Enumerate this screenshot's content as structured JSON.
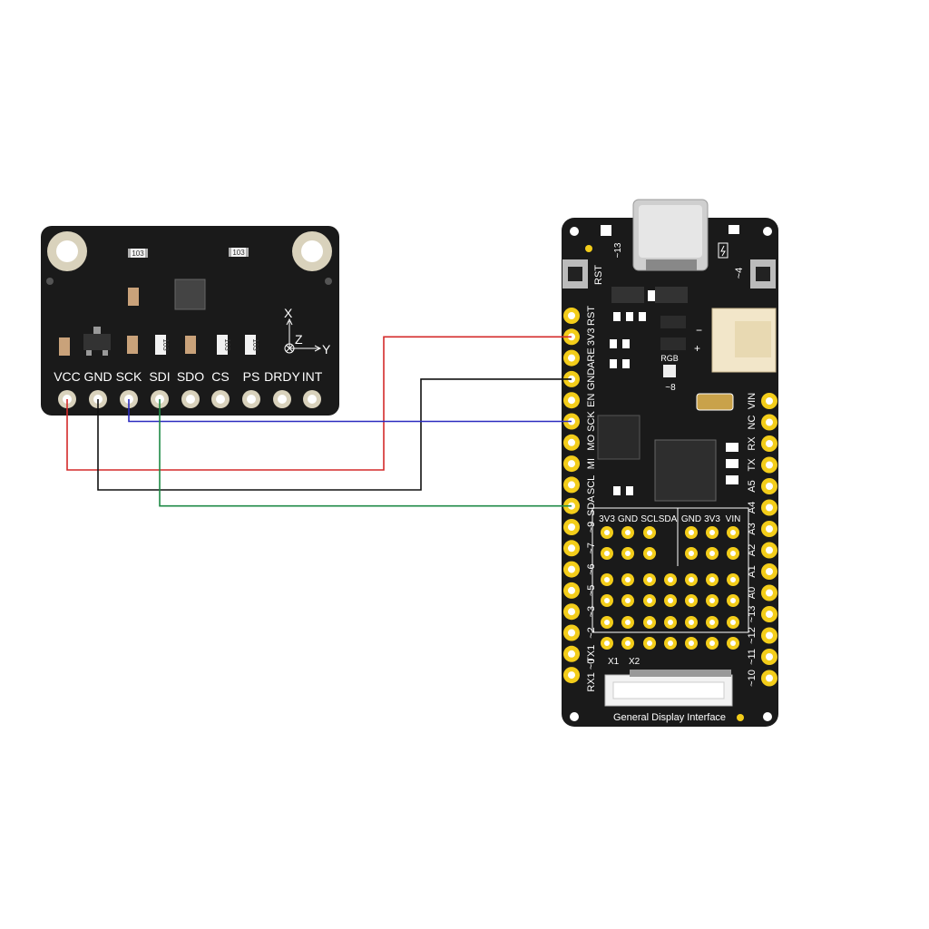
{
  "colors": {
    "board": "#1a1a1a",
    "pad_gold": "#f3cd1a",
    "hole_ring": "#d9d2bc",
    "wire_vcc": "#d42a2a",
    "wire_gnd": "#111111",
    "wire_sck": "#2b2bbf",
    "wire_sdi": "#1e8a45"
  },
  "sensor": {
    "pins": [
      "VCC",
      "GND",
      "SCK",
      "SDI",
      "SDO",
      "CS",
      "PS",
      "DRDY",
      "INT"
    ],
    "resistor_labels": [
      "103",
      "103",
      "103",
      "103",
      "103"
    ],
    "axes": {
      "x": "X",
      "y": "Y",
      "z": "Z"
    }
  },
  "controller": {
    "left_pins": [
      "RST",
      "3V3",
      "ARE",
      "GND",
      "EN",
      "SCK",
      "MO",
      "MI",
      "SCL",
      "SDA",
      "~9",
      "~7",
      "~6",
      "~5",
      "~3",
      "~2",
      "TX1",
      "RX1 ~0"
    ],
    "right_pins": [
      "VIN",
      "NC",
      "RX",
      "TX",
      "A5",
      "A4",
      "A3",
      "A2",
      "A1",
      "A0",
      "~13",
      "~12",
      "~11",
      "~10"
    ],
    "top_labels": {
      "led": "~13",
      "rst": "RST",
      "d4": "~4",
      "rgb": "RGB",
      "d8": "~8"
    },
    "header_labels": [
      "3V3",
      "GND",
      "SCL",
      "SDA",
      "GND",
      "3V3",
      "VIN"
    ],
    "x_labels": [
      "X1",
      "X2"
    ],
    "battery_plus": "+",
    "battery_minus": "−",
    "gdi_label": "General Display Interface"
  },
  "connections": [
    {
      "from": "VCC",
      "to": "3V3",
      "color": "wire_vcc"
    },
    {
      "from": "GND",
      "to": "GND",
      "color": "wire_gnd"
    },
    {
      "from": "SCK",
      "to": "SCK",
      "color": "wire_sck"
    },
    {
      "from": "SDI",
      "to": "SDA",
      "color": "wire_sdi"
    }
  ]
}
